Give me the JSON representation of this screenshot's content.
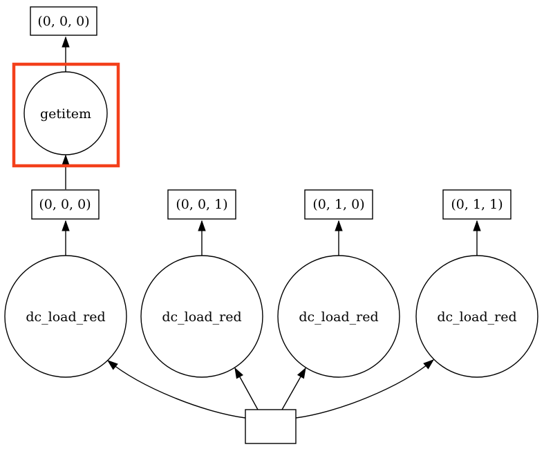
{
  "graph": {
    "highlight_color": "#F3401B",
    "nodes": {
      "result_key": {
        "label": "(0, 0, 0)",
        "shape": "box"
      },
      "getitem": {
        "label": "getitem",
        "shape": "circle",
        "highlighted": true
      },
      "chunk_0_0_0": {
        "label": "(0, 0, 0)",
        "shape": "box"
      },
      "chunk_0_0_1": {
        "label": "(0, 0, 1)",
        "shape": "box"
      },
      "chunk_0_1_0": {
        "label": "(0, 1, 0)",
        "shape": "box"
      },
      "chunk_0_1_1": {
        "label": "(0, 1, 1)",
        "shape": "box"
      },
      "dc_load_red": {
        "label": "dc_load_red",
        "shape": "circle",
        "count": 4
      },
      "source": {
        "label": "",
        "shape": "box"
      }
    }
  }
}
